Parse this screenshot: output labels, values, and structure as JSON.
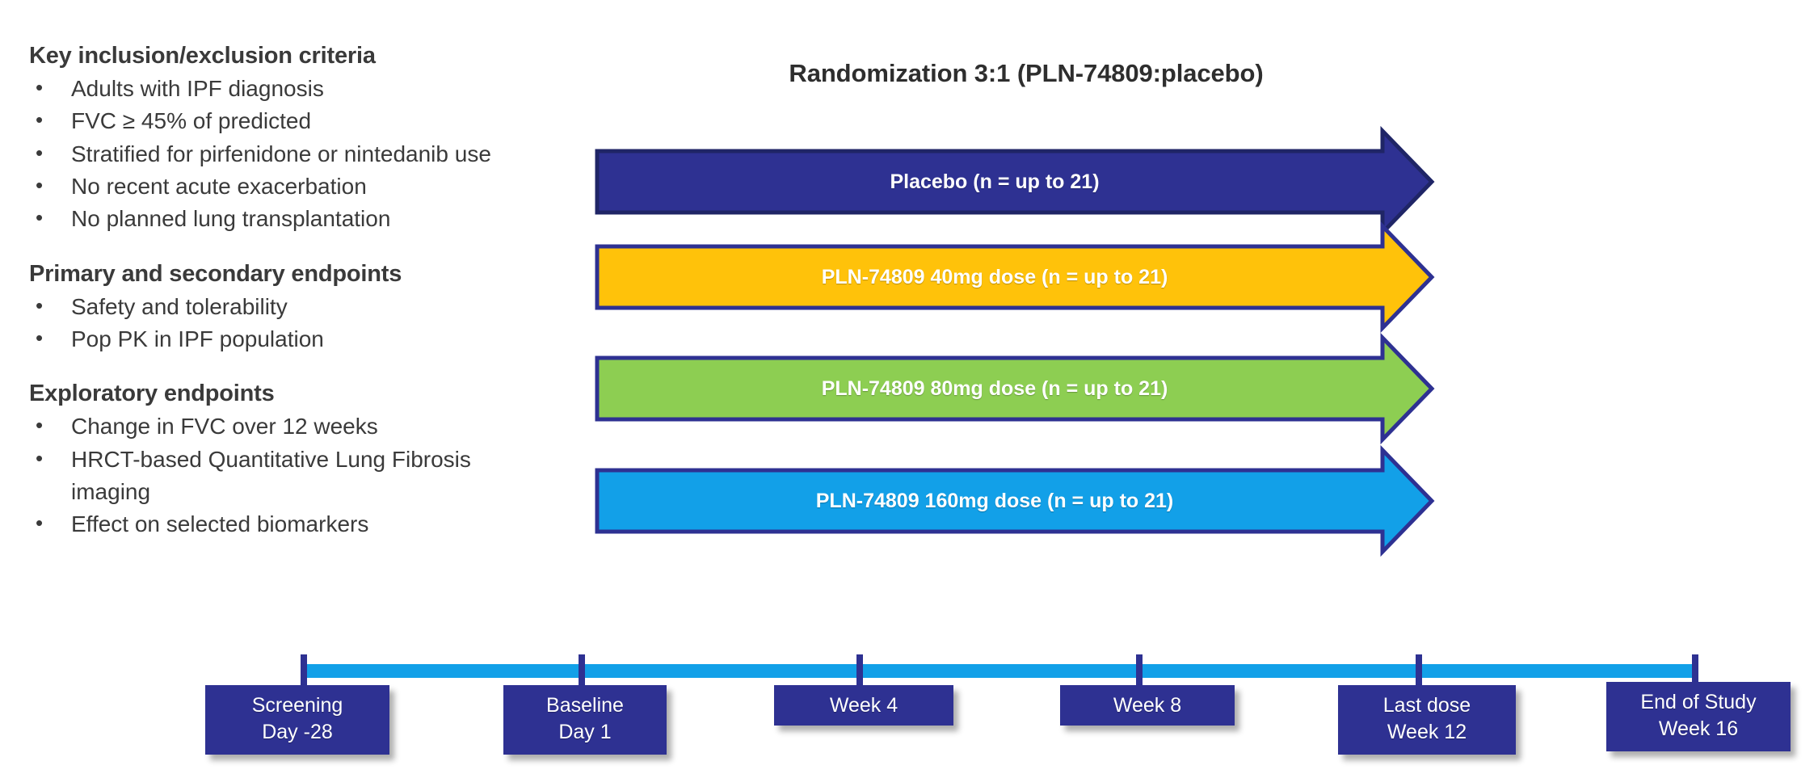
{
  "slide": {
    "title": "Randomization 3:1 (PLN-74809:placebo)"
  },
  "criteria": {
    "sections": [
      {
        "heading": "Key inclusion/exclusion criteria",
        "bullet_char": "•",
        "items": [
          "Adults with IPF diagnosis",
          "FVC ≥ 45% of predicted",
          "Stratified for pirfenidone or nintedanib use",
          "No recent acute exacerbation",
          "No planned lung transplantation"
        ]
      },
      {
        "heading": "Primary and secondary endpoints",
        "bullet_char": "•",
        "items": [
          "Safety and tolerability",
          "Pop PK in IPF population"
        ]
      },
      {
        "heading": "Exploratory endpoints",
        "bullet_char": "•",
        "items": [
          "Change in FVC over 12 weeks",
          "HRCT-based Quantitative Lung Fibrosis imaging",
          "Effect on selected biomarkers"
        ]
      }
    ]
  },
  "arms": [
    {
      "label": "Placebo (n = up to 21)",
      "fill": "#2E3192",
      "stroke": "#1F2566"
    },
    {
      "label": "PLN-74809 40mg dose (n = up to 21)",
      "fill": "#FFC20A",
      "stroke": "#2E3192"
    },
    {
      "label": "PLN-74809 80mg dose (n = up to 21)",
      "fill": "#8DCE52",
      "stroke": "#2E3192"
    },
    {
      "label": "PLN-74809 160mg dose (n = up to 21)",
      "fill": "#12A0E8",
      "stroke": "#2E3192"
    }
  ],
  "timeline": {
    "bar_color": "#12A0E8",
    "tick_color": "#2E3192",
    "box_color": "#2E3192",
    "milestones": [
      {
        "line1": "Screening",
        "line2": "Day -28"
      },
      {
        "line1": "Baseline",
        "line2": "Day 1"
      },
      {
        "line1": "Week 4",
        "line2": ""
      },
      {
        "line1": "Week 8",
        "line2": ""
      },
      {
        "line1": "Last dose",
        "line2": "Week 12"
      },
      {
        "line1": "End of Study",
        "line2": "Week 16"
      }
    ]
  }
}
